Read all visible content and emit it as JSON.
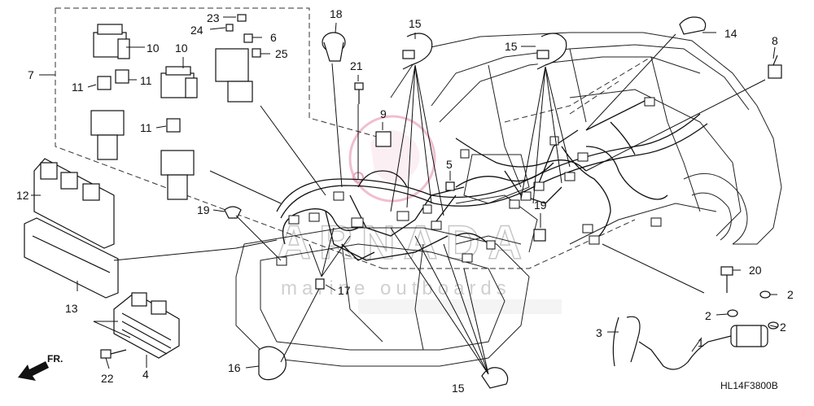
{
  "diagram": {
    "drawing_code": "HL14F3800B",
    "direction_label": "FR.",
    "watermark": {
      "brand": "ARNADA",
      "subtitle": "marine outboards"
    },
    "callouts": [
      "1",
      "2",
      "2",
      "2",
      "3",
      "4",
      "5",
      "6",
      "7",
      "8",
      "9",
      "10",
      "10",
      "11",
      "11",
      "11",
      "12",
      "13",
      "14",
      "15",
      "15",
      "15",
      "16",
      "17",
      "18",
      "19",
      "19",
      "20",
      "21",
      "22",
      "23",
      "24",
      "25"
    ]
  }
}
